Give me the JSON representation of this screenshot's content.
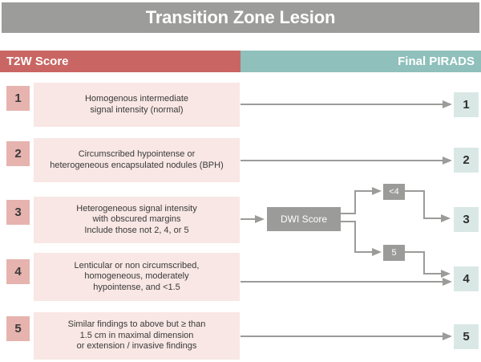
{
  "title": "Transition Zone Lesion",
  "header": {
    "left_label": "T2W Score",
    "right_label": "Final PIRADS"
  },
  "rows": [
    {
      "score": "1",
      "lines": [
        "Homogenous intermediate",
        "signal intensity (normal)"
      ],
      "final": "1"
    },
    {
      "score": "2",
      "lines": [
        "Circumscribed hypointense or",
        "heterogeneous encapsulated nodules (BPH)"
      ],
      "final": "2"
    },
    {
      "score": "3",
      "lines": [
        "Heterogeneous signal intensity",
        "with obscured margins",
        "Include those not 2, 4, or 5"
      ],
      "final": "3"
    },
    {
      "score": "4",
      "lines": [
        "Lenticular or non circumscribed,",
        "homogeneous, moderately",
        "hypointense, and <1.5"
      ],
      "final": "4"
    },
    {
      "score": "5",
      "lines": [
        "Similar findings to above but ≥ than",
        "1.5 cm in maximal dimension",
        "or extension / invasive findings"
      ],
      "final": "5"
    }
  ],
  "flow": {
    "dwi_label": "DWI Score",
    "lt4_label": "<4",
    "five_label": "5"
  },
  "colors": {
    "title_bar": "#9c9c9a",
    "t2w_header": "#c96663",
    "pirads_header": "#8fc0bb",
    "score_square": "#e6b3ae",
    "description_box": "#f8e7e4",
    "final_square": "#d9e8e5",
    "connector": "#9b9b99"
  }
}
